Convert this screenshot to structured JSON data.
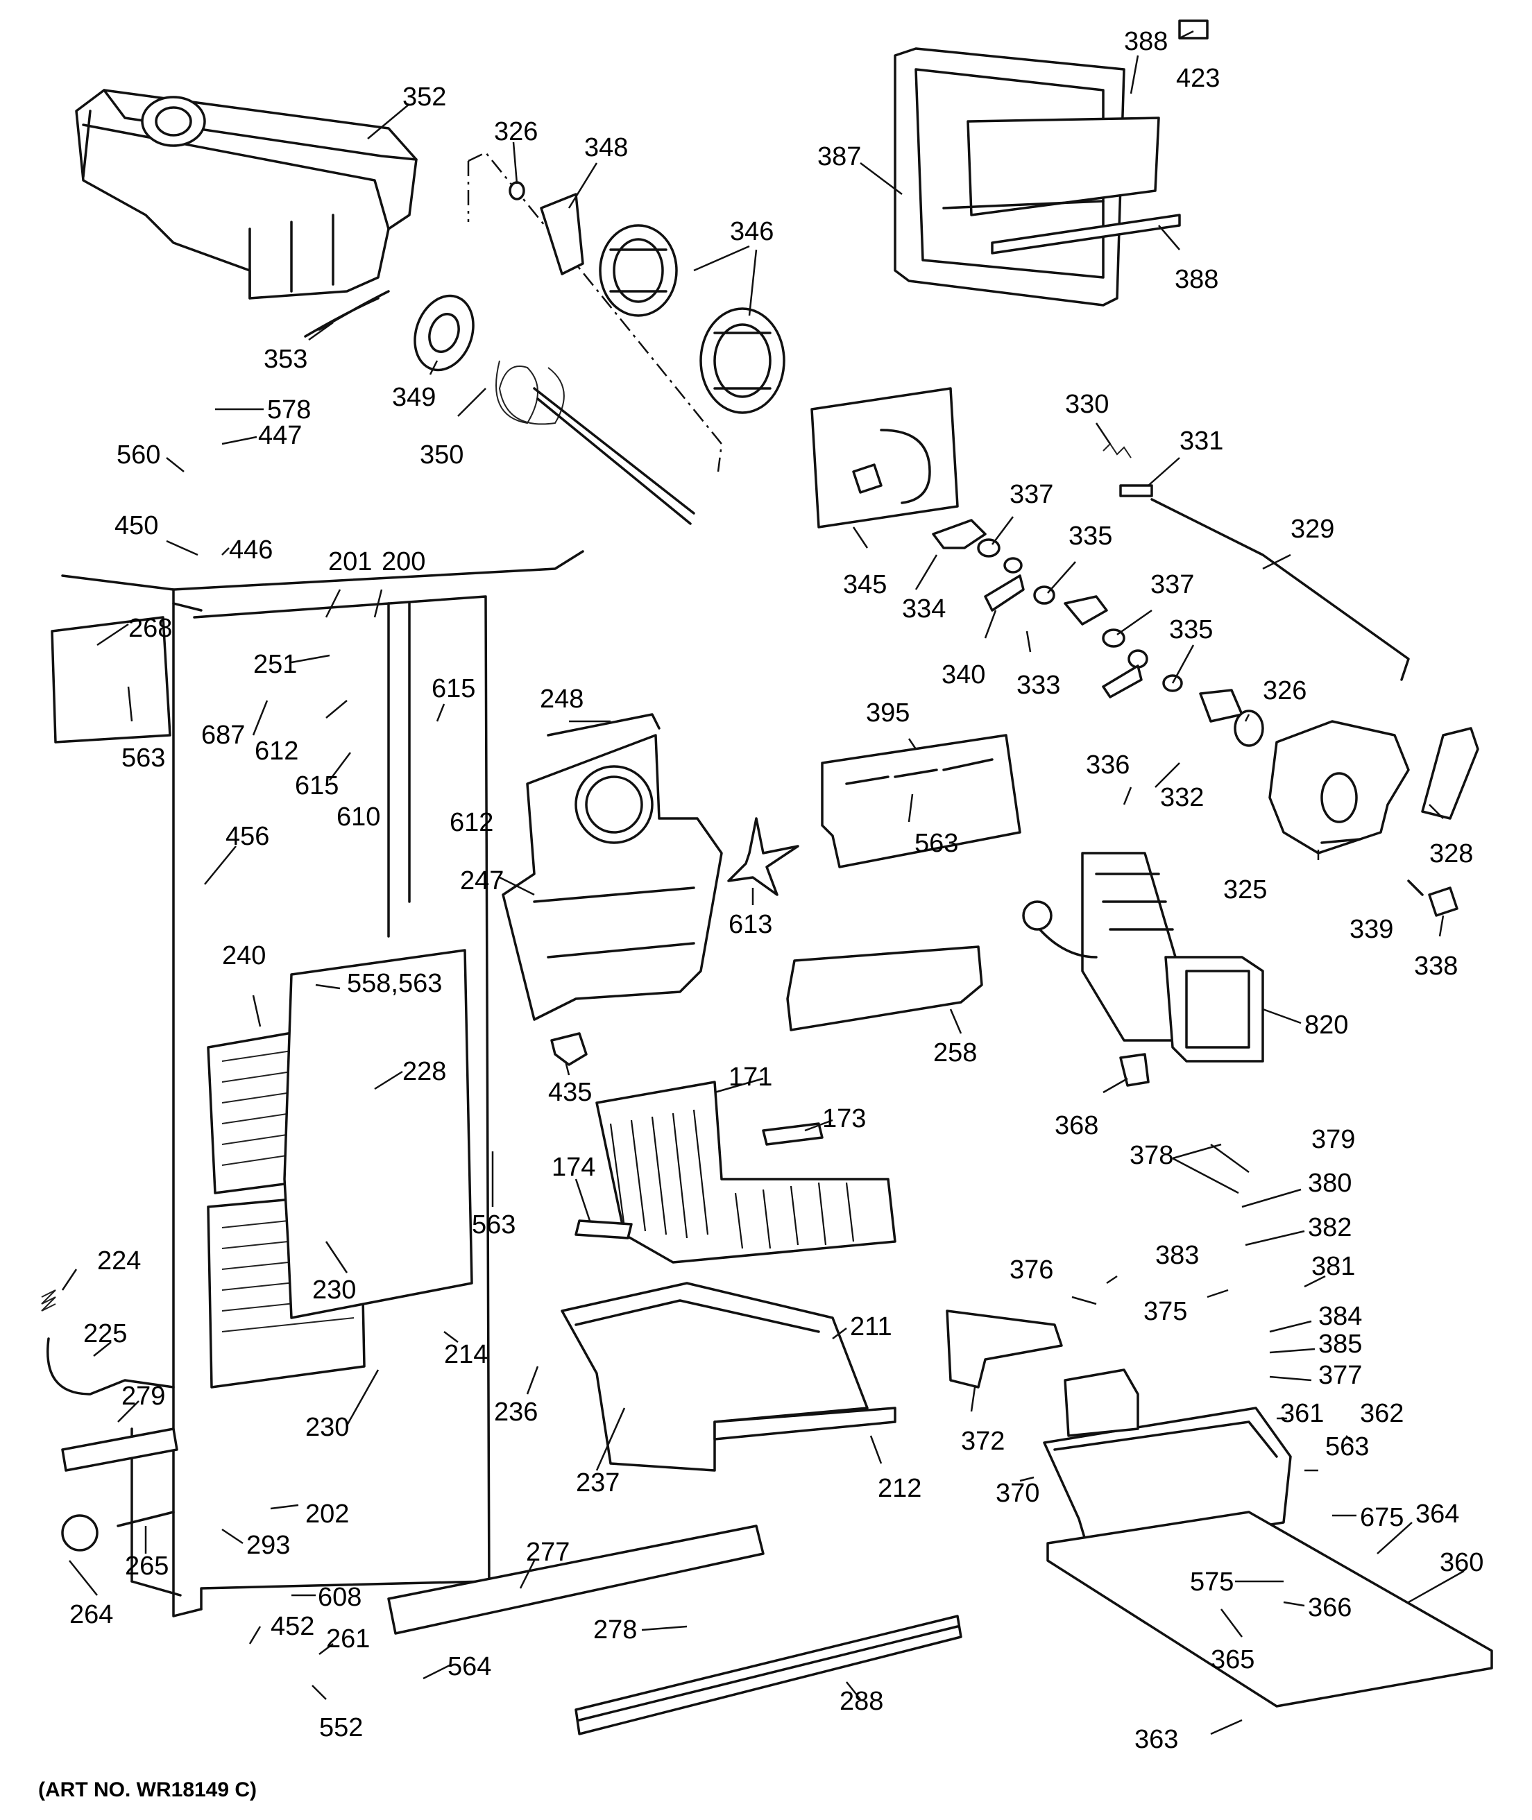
{
  "art_number": "(ART NO. WR18149 C)",
  "labels": [
    {
      "id": "l352",
      "text": "352"
    },
    {
      "id": "l326a",
      "text": "326"
    },
    {
      "id": "l348",
      "text": "348"
    },
    {
      "id": "l346",
      "text": "346"
    },
    {
      "id": "l388a",
      "text": "388"
    },
    {
      "id": "l423",
      "text": "423"
    },
    {
      "id": "l387",
      "text": "387"
    },
    {
      "id": "l388b",
      "text": "388"
    },
    {
      "id": "l353",
      "text": "353"
    },
    {
      "id": "l349",
      "text": "349"
    },
    {
      "id": "l350",
      "text": "350"
    },
    {
      "id": "l578",
      "text": "578"
    },
    {
      "id": "l447",
      "text": "447"
    },
    {
      "id": "l560",
      "text": "560"
    },
    {
      "id": "l450",
      "text": "450"
    },
    {
      "id": "l446",
      "text": "446"
    },
    {
      "id": "l330",
      "text": "330"
    },
    {
      "id": "l331",
      "text": "331"
    },
    {
      "id": "l337a",
      "text": "337"
    },
    {
      "id": "l329",
      "text": "329"
    },
    {
      "id": "l345",
      "text": "345"
    },
    {
      "id": "l334",
      "text": "334"
    },
    {
      "id": "l335a",
      "text": "335"
    },
    {
      "id": "l337b",
      "text": "337"
    },
    {
      "id": "l201",
      "text": "201"
    },
    {
      "id": "l200",
      "text": "200"
    },
    {
      "id": "l268",
      "text": "268"
    },
    {
      "id": "l251",
      "text": "251"
    },
    {
      "id": "l340",
      "text": "340"
    },
    {
      "id": "l333",
      "text": "333"
    },
    {
      "id": "l335b",
      "text": "335"
    },
    {
      "id": "l563a",
      "text": "563"
    },
    {
      "id": "l615a",
      "text": "615"
    },
    {
      "id": "l248",
      "text": "248"
    },
    {
      "id": "l687",
      "text": "687"
    },
    {
      "id": "l612a",
      "text": "612"
    },
    {
      "id": "l326b",
      "text": "326"
    },
    {
      "id": "l395",
      "text": "395"
    },
    {
      "id": "l336",
      "text": "336"
    },
    {
      "id": "l332",
      "text": "332"
    },
    {
      "id": "l615b",
      "text": "615"
    },
    {
      "id": "l610",
      "text": "610"
    },
    {
      "id": "l612b",
      "text": "612"
    },
    {
      "id": "l563b",
      "text": "563"
    },
    {
      "id": "l328",
      "text": "328"
    },
    {
      "id": "l456",
      "text": "456"
    },
    {
      "id": "l247",
      "text": "247"
    },
    {
      "id": "l325",
      "text": "325"
    },
    {
      "id": "l339",
      "text": "339"
    },
    {
      "id": "l613",
      "text": "613"
    },
    {
      "id": "l338",
      "text": "338"
    },
    {
      "id": "l240",
      "text": "240"
    },
    {
      "id": "l558",
      "text": "558,563"
    },
    {
      "id": "l820",
      "text": "820"
    },
    {
      "id": "l228",
      "text": "228"
    },
    {
      "id": "l258",
      "text": "258"
    },
    {
      "id": "l435",
      "text": "435"
    },
    {
      "id": "l171",
      "text": "171"
    },
    {
      "id": "l173",
      "text": "173"
    },
    {
      "id": "l368",
      "text": "368"
    },
    {
      "id": "l379",
      "text": "379"
    },
    {
      "id": "l378",
      "text": "378"
    },
    {
      "id": "l563c",
      "text": "563"
    },
    {
      "id": "l174",
      "text": "174"
    },
    {
      "id": "l380",
      "text": "380"
    },
    {
      "id": "l382",
      "text": "382"
    },
    {
      "id": "l224",
      "text": "224"
    },
    {
      "id": "l230a",
      "text": "230"
    },
    {
      "id": "l376",
      "text": "376"
    },
    {
      "id": "l383",
      "text": "383"
    },
    {
      "id": "l381",
      "text": "381"
    },
    {
      "id": "l375",
      "text": "375"
    },
    {
      "id": "l225",
      "text": "225"
    },
    {
      "id": "l214",
      "text": "214"
    },
    {
      "id": "l211",
      "text": "211"
    },
    {
      "id": "l384",
      "text": "384"
    },
    {
      "id": "l385",
      "text": "385"
    },
    {
      "id": "l279",
      "text": "279"
    },
    {
      "id": "l236",
      "text": "236"
    },
    {
      "id": "l377",
      "text": "377"
    },
    {
      "id": "l230b",
      "text": "230"
    },
    {
      "id": "l361",
      "text": "361"
    },
    {
      "id": "l362",
      "text": "362"
    },
    {
      "id": "l372",
      "text": "372"
    },
    {
      "id": "l563d",
      "text": "563"
    },
    {
      "id": "l237",
      "text": "237"
    },
    {
      "id": "l212",
      "text": "212"
    },
    {
      "id": "l370",
      "text": "370"
    },
    {
      "id": "l202",
      "text": "202"
    },
    {
      "id": "l675",
      "text": "675"
    },
    {
      "id": "l364",
      "text": "364"
    },
    {
      "id": "l293",
      "text": "293"
    },
    {
      "id": "l265",
      "text": "265"
    },
    {
      "id": "l277",
      "text": "277"
    },
    {
      "id": "l360",
      "text": "360"
    },
    {
      "id": "l608",
      "text": "608"
    },
    {
      "id": "l575",
      "text": "575"
    },
    {
      "id": "l366",
      "text": "366"
    },
    {
      "id": "l264",
      "text": "264"
    },
    {
      "id": "l452",
      "text": "452"
    },
    {
      "id": "l261",
      "text": "261"
    },
    {
      "id": "l278",
      "text": "278"
    },
    {
      "id": "l365",
      "text": "365"
    },
    {
      "id": "l564",
      "text": "564"
    },
    {
      "id": "l288",
      "text": "288"
    },
    {
      "id": "l552",
      "text": "552"
    },
    {
      "id": "l363",
      "text": "363"
    }
  ]
}
